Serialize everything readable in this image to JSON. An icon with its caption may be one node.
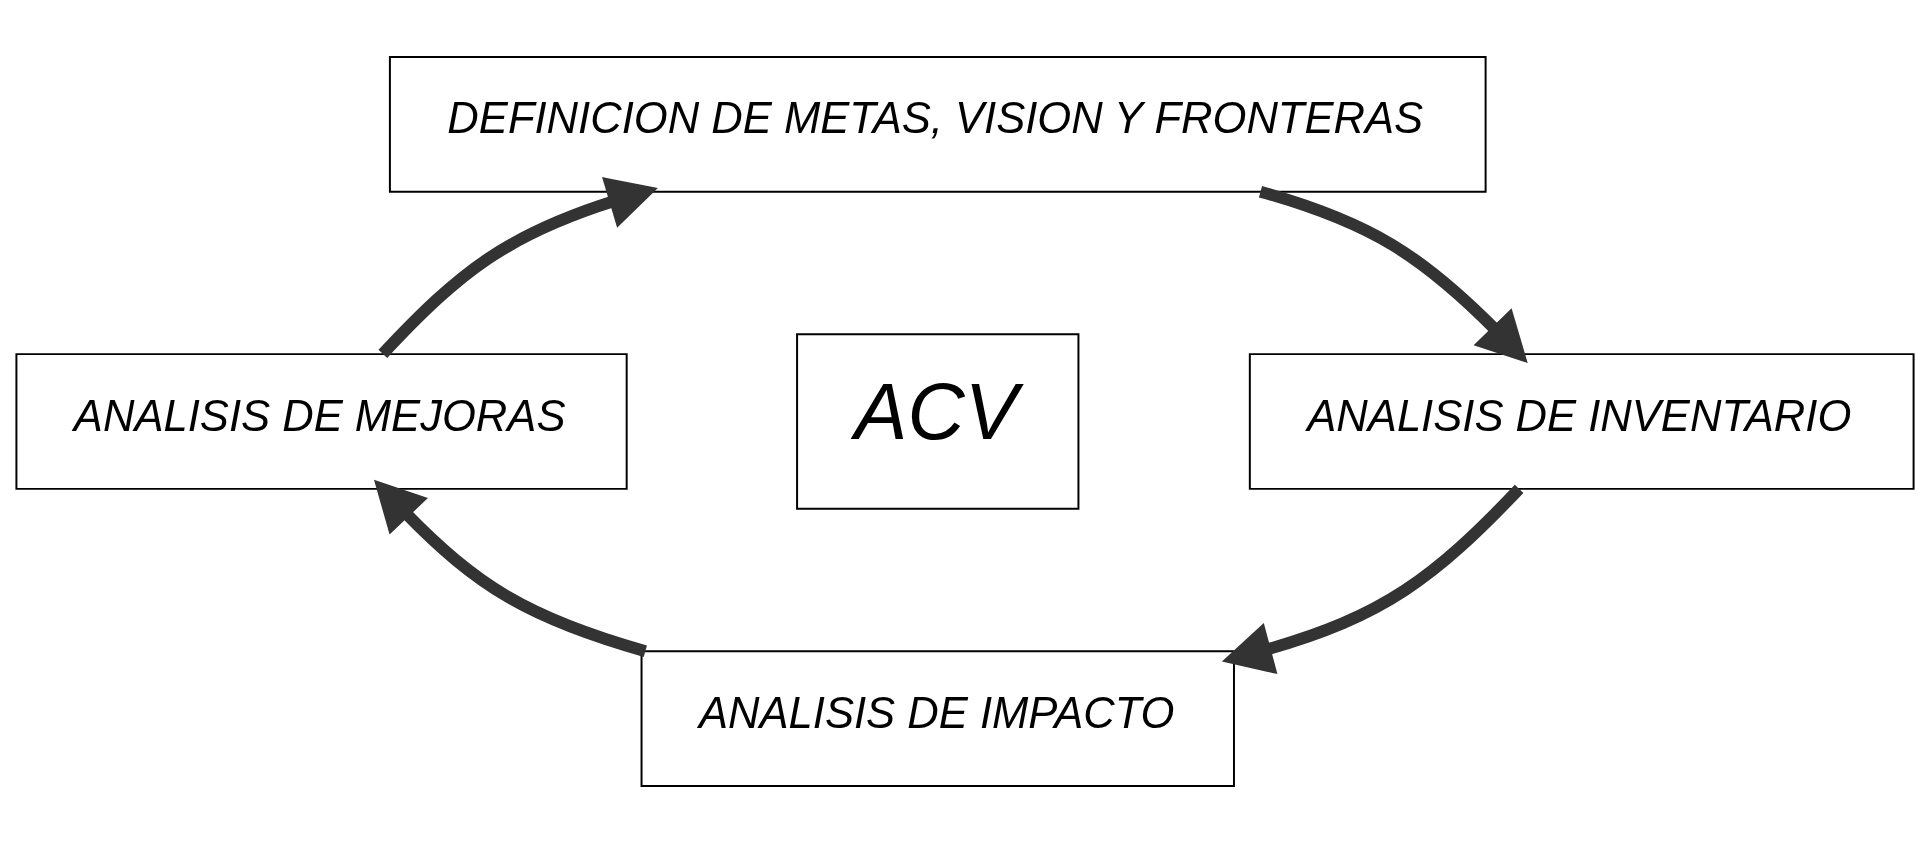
{
  "diagram": {
    "nodes": [
      {
        "text": [
          "DEFINICION DE METAS, VISION Y FRONTERAS"
        ]
      },
      {
        "text": [
          "ANALISIS DE MEJORAS"
        ]
      },
      {
        "text": [
          "ACV"
        ]
      },
      {
        "text": [
          "ANALISIS DE INVENTARIO"
        ]
      },
      {
        "text": [
          "ANALISIS DE IMPACTO"
        ]
      }
    ],
    "edges": [
      {
        "from": 1,
        "to": 0,
        "arrow": "to"
      },
      {
        "from": 0,
        "to": 3,
        "arrow": "to"
      },
      {
        "from": 3,
        "to": 4,
        "arrow": "to"
      },
      {
        "from": 4,
        "to": 1,
        "arrow": "to"
      }
    ]
  }
}
